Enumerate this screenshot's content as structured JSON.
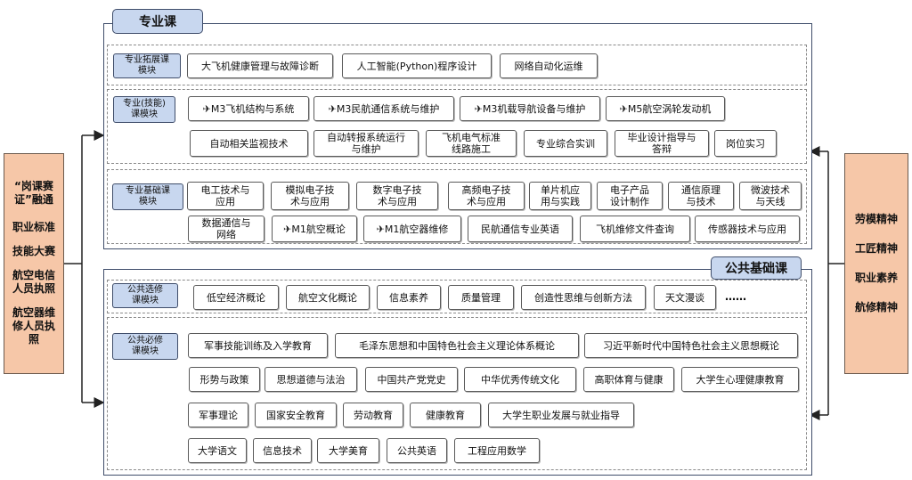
{
  "pro": {
    "title": "专业课",
    "ext": {
      "label": "专业拓展课\n模块",
      "items": [
        "大飞机健康管理与故障诊断",
        "人工智能(Python)程序设计",
        "网络自动化运维"
      ]
    },
    "skill": {
      "label": "专业(技能)\n课模块",
      "row1": [
        "✈M3飞机结构与系统",
        "✈M3民航通信系统与维护",
        "✈M3机载导航设备与维护",
        "✈M5航空涡轮发动机"
      ],
      "row2": [
        "自动相关监视技术",
        "自动转报系统运行\n与维护",
        "飞机电气标准\n线路施工",
        "专业综合实训",
        "毕业设计指导与\n答辩",
        "岗位实习"
      ]
    },
    "base": {
      "label": "专业基础课\n模块",
      "row1": [
        "电工技术与\n应用",
        "模拟电子技\n术与应用",
        "数字电子技\n术与应用",
        "高频电子技\n术与应用",
        "单片机应\n用与实践",
        "电子产品\n设计制作",
        "通信原理\n与技术",
        "微波技术\n与天线"
      ],
      "row2": [
        "数据通信与\n网络",
        "✈M1航空概论",
        "✈M1航空器维修",
        "民航通信专业英语",
        "飞机维修文件查询",
        "传感器技术与应用"
      ]
    }
  },
  "pub": {
    "title": "公共基础课",
    "elective": {
      "label": "公共选修\n课模块",
      "items": [
        "低空经济概论",
        "航空文化概论",
        "信息素养",
        "质量管理",
        "创造性思维与创新方法",
        "天文漫谈"
      ],
      "more": "……"
    },
    "required": {
      "label": "公共必修\n课模块",
      "row1": [
        "军事技能训练及入学教育",
        "毛泽东思想和中国特色社会主义理论体系概论",
        "习近平新时代中国特色社会主义思想概论"
      ],
      "row2": [
        "形势与政策",
        "思想道德与法治",
        "中国共产党党史",
        "中华优秀传统文化",
        "高职体育与健康",
        "大学生心理健康教育"
      ],
      "row3": [
        "军事理论",
        "国家安全教育",
        "劳动教育",
        "健康教育",
        "大学生职业发展与就业指导"
      ],
      "row4": [
        "大学语文",
        "信息技术",
        "大学美育",
        "公共英语",
        "工程应用数学"
      ]
    }
  },
  "left": {
    "items": [
      "“岗课赛\n证”融通",
      "职业标准",
      "技能大赛",
      "航空电信\n人员执照",
      "航空器维\n修人员执\n照"
    ]
  },
  "right": {
    "items": [
      "劳模精神",
      "工匠精神",
      "职业素养",
      "航修精神"
    ]
  }
}
